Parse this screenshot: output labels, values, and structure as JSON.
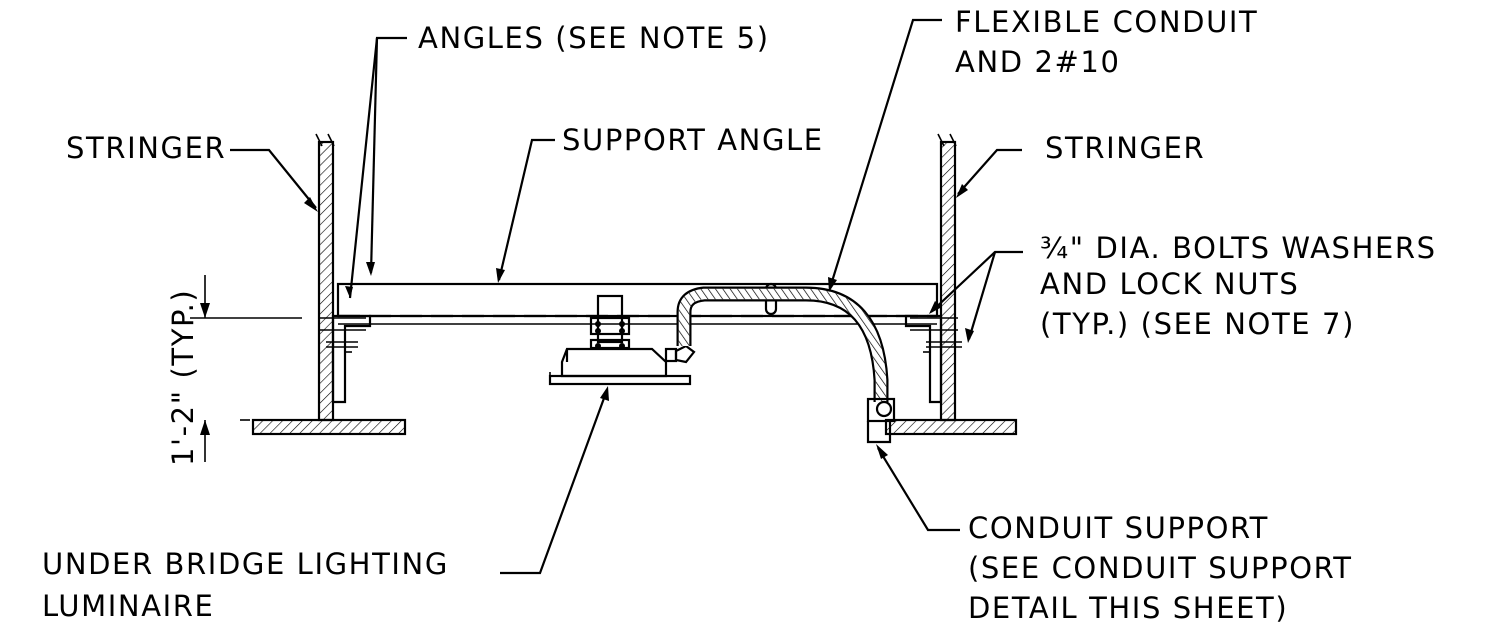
{
  "labels": {
    "angles": "ANGLES (SEE NOTE 5)",
    "flexible_conduit_line1": "FLEXIBLE CONDUIT",
    "flexible_conduit_line2": "AND 2#10",
    "stringer_left": "STRINGER",
    "support_angle": "SUPPORT ANGLE",
    "stringer_right": "STRINGER",
    "bolts_line1": "¾\" DIA. BOLTS WASHERS",
    "bolts_line2": "AND LOCK NUTS",
    "bolts_line3": "(TYP.) (SEE NOTE 7)",
    "dimension": "1'-2\" (TYP.)",
    "conduit_support_line1": "CONDUIT SUPPORT",
    "conduit_support_line2": "(SEE CONDUIT SUPPORT",
    "conduit_support_line3": "DETAIL THIS SHEET)",
    "luminaire_line1": "UNDER BRIDGE LIGHTING",
    "luminaire_line2": "LUMINAIRE"
  }
}
